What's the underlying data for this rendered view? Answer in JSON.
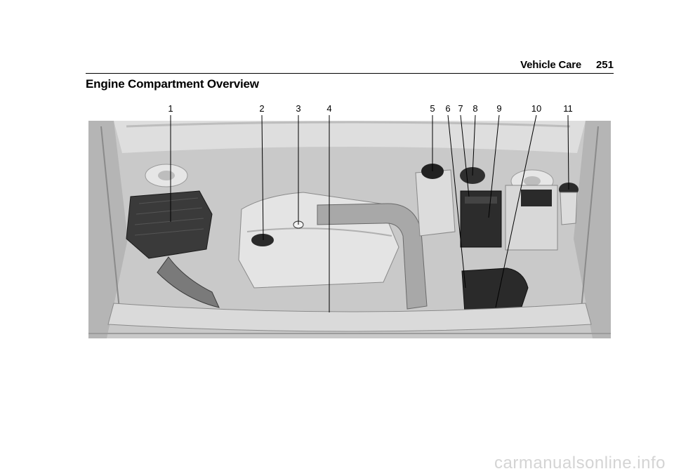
{
  "header": {
    "section": "Vehicle Care",
    "page_number": "251"
  },
  "title": "Engine Compartment Overview",
  "figure": {
    "callouts": [
      "1",
      "2",
      "3",
      "4",
      "5",
      "6",
      "7",
      "8",
      "9",
      "10",
      "11"
    ]
  },
  "watermark": "carmanualsonline.info"
}
